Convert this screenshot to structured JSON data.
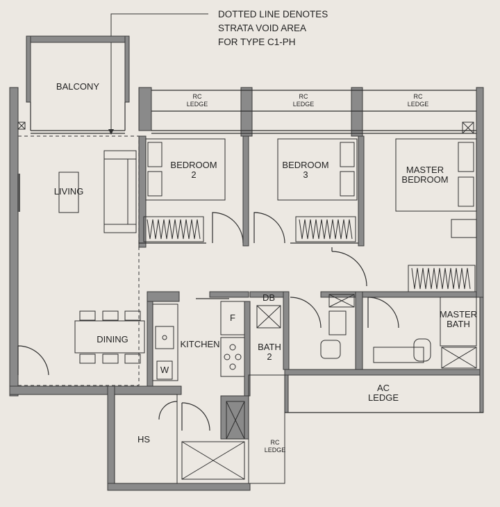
{
  "note": {
    "line1": "DOTTED LINE DENOTES",
    "line2": "STRATA VOID AREA",
    "line3": "FOR TYPE C1-PH"
  },
  "rooms": {
    "balcony": "BALCONY",
    "living": "LIVING",
    "dining": "DINING",
    "kitchen": "KITCHEN",
    "bedroom2_l1": "BEDROOM",
    "bedroom2_l2": "2",
    "bedroom3_l1": "BEDROOM",
    "bedroom3_l2": "3",
    "master_l1": "MASTER",
    "master_l2": "BEDROOM",
    "db": "DB",
    "fridge": "F",
    "washer": "W",
    "bath2_l1": "BATH",
    "bath2_l2": "2",
    "mbath_l1": "MASTER",
    "mbath_l2": "BATH",
    "ac_l1": "AC",
    "ac_l2": "LEDGE",
    "hs": "HS"
  },
  "ledges": {
    "rc": "RC",
    "ledge": "LEDGE"
  }
}
